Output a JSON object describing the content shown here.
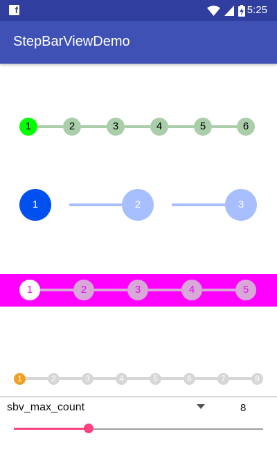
{
  "status_bar": {
    "time": "5:25",
    "fb_icon": "f"
  },
  "app_bar": {
    "title": "StepBarViewDemo"
  },
  "stepbar1": {
    "steps": [
      "1",
      "2",
      "3",
      "4",
      "5",
      "6"
    ],
    "current": 1,
    "colors": {
      "current": "#00FF00",
      "other": "#AACDAA",
      "connector": "#AACDAA",
      "text": "#000000"
    }
  },
  "stepbar2": {
    "steps": [
      "1",
      "2",
      "3"
    ],
    "current": 1,
    "colors": {
      "current": "#0050F0",
      "other": "#A7BEFF",
      "connector": "#A7BEFF",
      "text": "#ffffff"
    }
  },
  "stepbar3": {
    "steps": [
      "1",
      "2",
      "3",
      "4",
      "5"
    ],
    "current": 1,
    "colors": {
      "current": "#ffffff",
      "other": "#D8A8D8",
      "connector": "#D8A8D8",
      "text": "#E010E0",
      "band": "#FF00FF"
    }
  },
  "stepbar4": {
    "steps": [
      "1",
      "2",
      "3",
      "4",
      "5",
      "6",
      "7",
      "8"
    ],
    "current": 1,
    "colors": {
      "current": "#F0A020",
      "other": "#D6D6D6",
      "connector": "#D6D6D6",
      "text": "#ffffff"
    }
  },
  "controls": {
    "selected_attribute": "sbv_max_count",
    "value": "8",
    "slider_fraction": 0.3
  }
}
